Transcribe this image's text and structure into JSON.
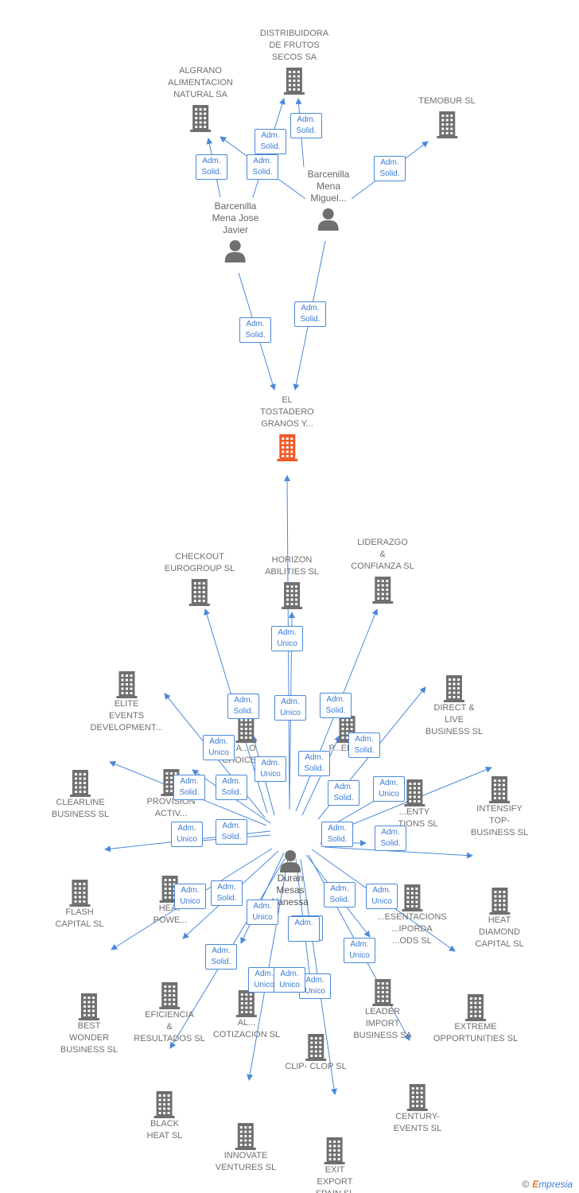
{
  "colors": {
    "edge": "#4a89dc",
    "company": "#6f6f6f",
    "focus": "#f15a24",
    "badge": "#3a7bd5"
  },
  "nodes": [
    {
      "id": "distribuidora",
      "label": "DISTRIBUIDORA\nDE FRUTOS\nSECOS SA",
      "kind": "company"
    },
    {
      "id": "algrano",
      "label": "ALGRANO\nALIMENTACION\nNATURAL SA",
      "kind": "company"
    },
    {
      "id": "temobur",
      "label": "TEMOBUR SL",
      "kind": "company"
    },
    {
      "id": "p-miguel",
      "label": "Barcenilla\nMena\nMiguel...",
      "kind": "person"
    },
    {
      "id": "p-jose",
      "label": "Barcenilla\nMena Jose\nJavier",
      "kind": "person"
    },
    {
      "id": "tostadero",
      "label": "EL\nTOSTADERO\nGRANOS Y...",
      "kind": "focus"
    },
    {
      "id": "checkout",
      "label": "CHECKOUT\nEUROGROUP SL",
      "kind": "company"
    },
    {
      "id": "horizon",
      "label": "HORIZON\nABILITIES SL",
      "kind": "company"
    },
    {
      "id": "liderazgo",
      "label": "LIDERAZGO\n&\nCONFIANZA SL",
      "kind": "company"
    },
    {
      "id": "elite",
      "label": "ELITE\nEVENTS\nDEVELOPMENT...",
      "kind": "company"
    },
    {
      "id": "direct",
      "label": "DIRECT &\nLIVE\nBUSINESS SL",
      "kind": "company"
    },
    {
      "id": "choice",
      "label": "A...O\nCHOICE SL",
      "kind": "company"
    },
    {
      "id": "pxxer",
      "label": "P...ER SL",
      "kind": "company"
    },
    {
      "id": "clearline",
      "label": "CLEARLINE\nBUSINESS SL",
      "kind": "company"
    },
    {
      "id": "provision",
      "label": "PROVISION\nACTIV...",
      "kind": "company"
    },
    {
      "id": "twenty",
      "label": "...ENTY\n...TIONS SL",
      "kind": "company"
    },
    {
      "id": "intensify",
      "label": "INTENSIFY\nTOP-\nBUSINESS SL",
      "kind": "company"
    },
    {
      "id": "flash",
      "label": "FLASH\nCAPITAL SL",
      "kind": "company"
    },
    {
      "id": "heatpow",
      "label": "HEAT\nPOWE...",
      "kind": "company"
    },
    {
      "id": "ampurdan",
      "label": "...ESENTACIONS\n...IPORDA\n...ODS SL",
      "kind": "company"
    },
    {
      "id": "heatdiamond",
      "label": "HEAT\nDIAMOND\nCAPITAL SL",
      "kind": "company"
    },
    {
      "id": "bestwonder",
      "label": "BEST\nWONDER\nBUSINESS SL",
      "kind": "company"
    },
    {
      "id": "eficiencia",
      "label": "EFICIENCIA\n&\nRESULTADOS SL",
      "kind": "company"
    },
    {
      "id": "cotizacion",
      "label": "AL...\nCOTIZACION SL",
      "kind": "company"
    },
    {
      "id": "leader",
      "label": "LEADER\nIMPORT\nBUSINESS SA",
      "kind": "company"
    },
    {
      "id": "extreme",
      "label": "EXTREME\nOPPORTUNITIES SL",
      "kind": "company"
    },
    {
      "id": "clipclop",
      "label": "CLIP- CLOP SL",
      "kind": "company"
    },
    {
      "id": "blackheat",
      "label": "BLACK\nHEAT SL",
      "kind": "company"
    },
    {
      "id": "innovate",
      "label": "INNOVATE\nVENTURES SL",
      "kind": "company"
    },
    {
      "id": "century",
      "label": "CENTURY-\nEVENTS SL",
      "kind": "company"
    },
    {
      "id": "exit",
      "label": "EXIT\nEXPORT\nSPAIN SL",
      "kind": "company"
    },
    {
      "id": "duran",
      "label": "Duran\nMesas\nVanessa",
      "kind": "hub"
    }
  ],
  "badges": [
    "Adm.\nSolid.",
    "Adm.\nSolid.",
    "Adm.\nSolid.",
    "Adm.\nSolid.",
    "Adm.\nSolid.",
    "Adm.\nSolid.",
    "Adm.\nSolid.",
    "Adm.\nUnico",
    "Adm.\nSolid.",
    "Adm.\nUnico",
    "Adm.\nSolid.",
    "Adm.\nSolid.",
    "Adm.\nUnico",
    "Adm.\nSolid.",
    "Adm.\nUnico",
    "Adm.\nSolid.",
    "Adm.\nSolid.",
    "Adm.\nSolid.",
    "Adm.\nUnico",
    "Adm.\nUnico",
    "Adm.\nSolid.",
    "Adm.\nSolid.",
    "Adm.\nSolid.",
    "Adm.\nUnico",
    "Adm.\nSolid.",
    "Adm.\nUnico",
    "Adm.\nSolid.",
    "Adm.\nUnico",
    "Adm.\nSolid.",
    "Adm.\nUnico",
    "Adm.\nSolid.",
    "Adm.\nUnico",
    "Adm.",
    "Adm.\nUnico",
    "Adm.\nUnico"
  ],
  "brand": {
    "copyright": "©",
    "first": "E",
    "rest": "mpresia"
  }
}
